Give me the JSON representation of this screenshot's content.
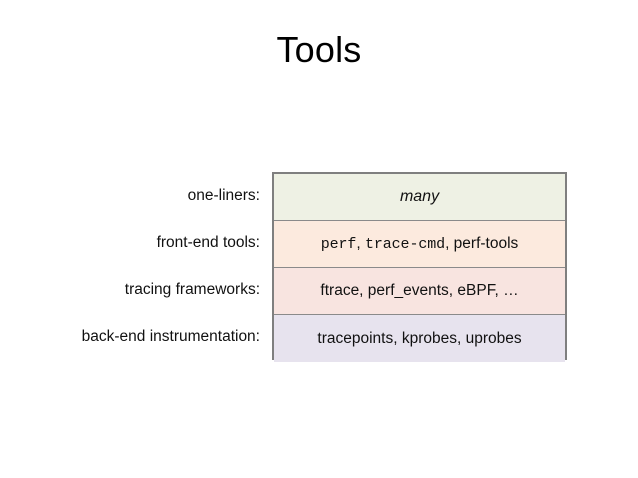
{
  "slide": {
    "title": "Tools"
  },
  "diagram": {
    "name": "tracing-tools-stack",
    "border_color": "#7f7f7f",
    "divider_color": "#8a8a8a",
    "rows": [
      {
        "label": "one-liners:",
        "value": "many",
        "style": "italic",
        "fill": "#eef1e4"
      },
      {
        "label": "front-end tools:",
        "value": "perf, trace-cmd, perf-tools",
        "segments": [
          {
            "text": "perf",
            "style": "mono"
          },
          {
            "text": ", ",
            "style": "normal"
          },
          {
            "text": "trace-cmd",
            "style": "mono"
          },
          {
            "text": ", perf-tools",
            "style": "normal"
          }
        ],
        "style": "mixed",
        "fill": "#fceade"
      },
      {
        "label": "tracing frameworks:",
        "value": "ftrace, perf_events, eBPF, …",
        "style": "normal",
        "fill": "#f8e4e0"
      },
      {
        "label": "back-end instrumentation:",
        "value": "tracepoints, kprobes, uprobes",
        "style": "normal",
        "fill": "#e7e3ee"
      }
    ]
  }
}
